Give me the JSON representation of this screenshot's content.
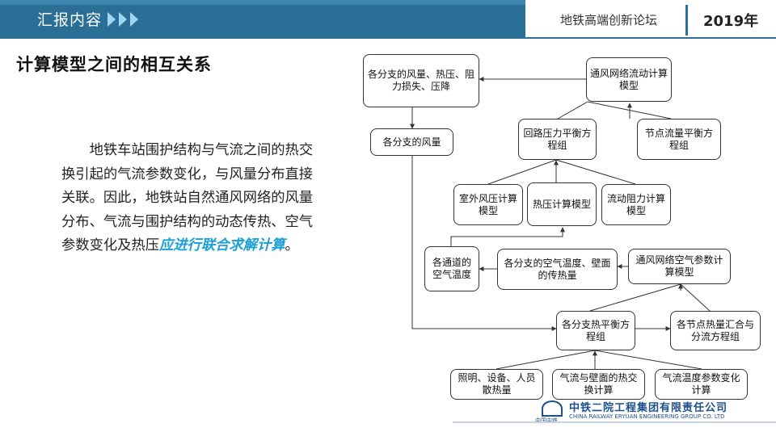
{
  "header": {
    "section_title": "汇报内容",
    "forum_name": "地铁高端创新论坛",
    "year": "2019年"
  },
  "slide": {
    "heading": "计算模型之间的相互关系",
    "paragraph_main": "地铁车站围护结构与气流之间的热交换引起的气流参数变化，与风量分布直接关联。因此，地铁站自然通风网络的风量分布、气流与围护结构的动态传热、空气参数变化及热压",
    "paragraph_highlight": "应进行联合求解计算",
    "paragraph_end": "。"
  },
  "diagram": {
    "nodes": {
      "branch_params": "各分支的风量、热压、阻力损失、压降",
      "ventilation_flow_model": "通风网络流动计算模型",
      "branch_airflow": "各分支的风量",
      "loop_pressure": "回路压力平衡方程组",
      "node_flow": "节点流量平衡方程组",
      "outdoor_pressure": "室外风压计算模型",
      "thermal_pressure": "热压计算模型",
      "flow_resistance": "流动阻力计算模型",
      "channel_air_temp": "各通道的空气温度",
      "branch_air_wall": "各分支的空气温度、壁面的传热量",
      "air_param_model": "通风网络空气参数计算模型",
      "branch_heat_balance": "各分支热平衡方程组",
      "node_heat_merge": "各节点热量汇合与分流方程组",
      "lighting_heat": "照明、设备、人员散热量",
      "airflow_wall_heat": "气流与壁面的热交换计算",
      "temp_param_change": "气流温度参数变化计算"
    }
  },
  "logo": {
    "name_cn": "中铁二院工程集团有限责任公司",
    "name_en": "CHINA RAILWAY ERYUAN ENGINEERING GROUP CO. LTD",
    "sub_label": "中国中铁"
  }
}
